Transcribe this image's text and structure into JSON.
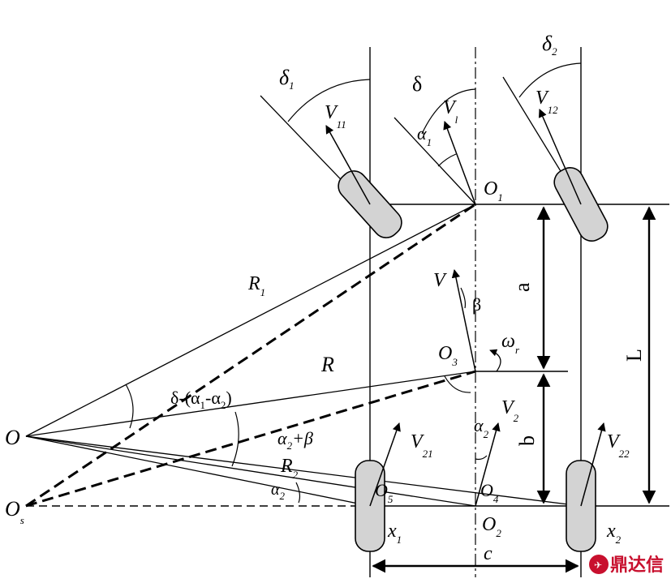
{
  "labels": {
    "delta1_main": "δ",
    "delta1_sub": "1",
    "delta_main": "δ",
    "delta2_main": "δ",
    "delta2_sub": "2",
    "v11_main": "V",
    "v11_sub": "11",
    "vl_main": "V",
    "vl_sub": "l",
    "v12_main": "V",
    "v12_sub": "12",
    "alpha1_main": "α",
    "alpha1_sub": "1",
    "o1_main": "O",
    "o1_sub": "1",
    "r1_main": "R",
    "r1_sub": "1",
    "v_main": "V",
    "beta": "β",
    "a": "a",
    "l": "L",
    "o3_main": "O",
    "o3_sub": "3",
    "omega_main": "ω",
    "omega_sub": "r",
    "r_main": "R",
    "angle_expr_a": "δ-(α",
    "angle_expr_sub1": "1",
    "angle_expr_b": "-α",
    "angle_expr_sub2": "2",
    "angle_expr_c": ")",
    "alpha2beta_main": "α",
    "alpha2beta_sub": "2",
    "alpha2beta_tail": "+β",
    "o_main": "O",
    "v2_main": "V",
    "v2_sub": "2",
    "alpha2_main": "α",
    "alpha2_sub": "2",
    "b": "b",
    "v21_main": "V",
    "v21_sub": "21",
    "v22_main": "V",
    "v22_sub": "22",
    "r2_main": "R",
    "r2_sub": "2",
    "alpha2b_main": "α",
    "alpha2b_sub": "2",
    "os_main": "O",
    "os_sub": "s",
    "o5_main": "O",
    "o5_sub": "5",
    "o4_main": "O",
    "o4_sub": "4",
    "o2_main": "O",
    "o2_sub": "2",
    "x1_main": "x",
    "x1_sub": "1",
    "x2_main": "x",
    "x2_sub": "2",
    "c": "c"
  },
  "watermark": {
    "text": "鼎达信",
    "color": "#c8102e"
  }
}
